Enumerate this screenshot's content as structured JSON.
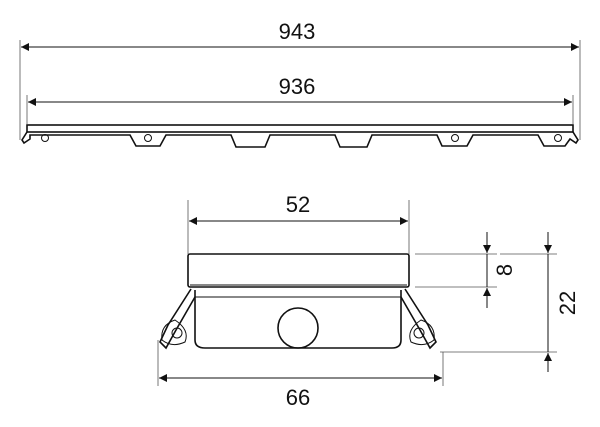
{
  "dimensions": {
    "overall_length": "943",
    "rail_length": "936",
    "cover_width": "52",
    "body_width": "66",
    "cover_height": "8",
    "total_height": "22"
  },
  "colors": {
    "line": "#111111",
    "background": "#ffffff"
  }
}
